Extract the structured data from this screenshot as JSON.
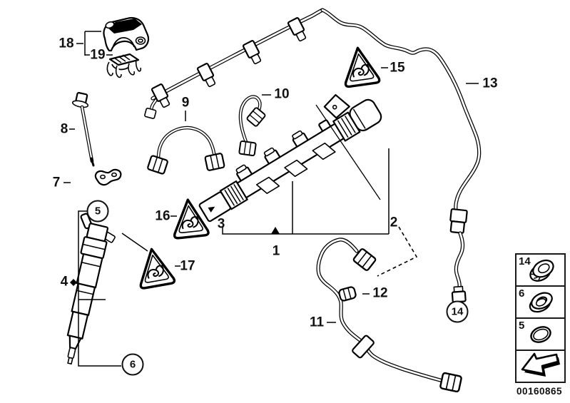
{
  "page": {
    "background": "#ffffff",
    "line_color": "#000000"
  },
  "callouts": {
    "p1": "1",
    "p2": "2",
    "p3": "3",
    "p4": "4",
    "p7": "7",
    "p8": "8",
    "p9": "9",
    "p10": "10",
    "p11": "11",
    "p12": "12",
    "p13": "13",
    "p15": "15",
    "p16": "16",
    "p17": "17",
    "p18": "18",
    "p19": "19"
  },
  "circled": {
    "c5": "5",
    "c6": "6",
    "c14": "14"
  },
  "legend": {
    "items": [
      {
        "label": "14",
        "icon": "union-nut-icon"
      },
      {
        "label": "6",
        "icon": "seal-ring-icon"
      },
      {
        "label": "5",
        "icon": "o-ring-icon"
      }
    ],
    "nav_arrow_icon": "back-arrow-icon"
  },
  "footer": {
    "diagram_code": "00160865"
  }
}
